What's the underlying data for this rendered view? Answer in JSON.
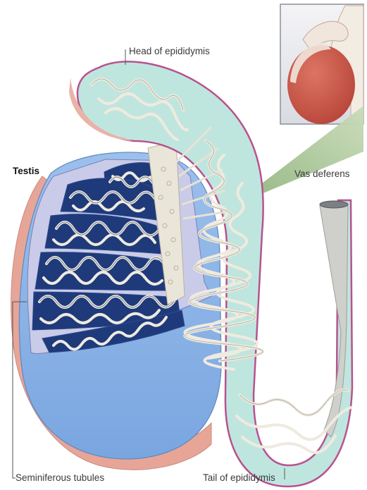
{
  "labels": {
    "testis": "Testis",
    "head_of_epididymis": "Head of epididymis",
    "vas_deferens": "Vas deferens",
    "seminiferous_tubules": "Seminiferous tubules",
    "tail_of_epididymis": "Tail of epididymis"
  },
  "colors": {
    "epididymis_fill": "#bfe6de",
    "epididymis_outline": "#b8528f",
    "testis_blue": "#8fb6e6",
    "tubule_dark": "#1f3a7a",
    "tubule_strand": "#eeeae0",
    "skin_pink": "#e6a89a",
    "inset_testis": "#c9574a",
    "pointer_green": "#9bbd86"
  }
}
